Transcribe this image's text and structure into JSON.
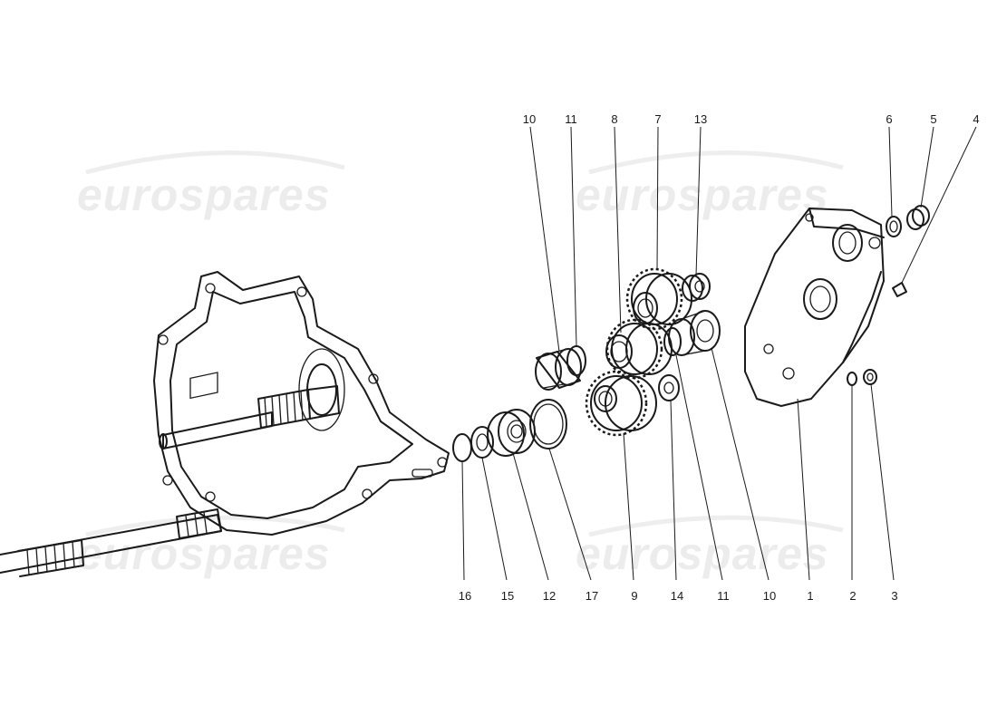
{
  "watermark": {
    "text": "eurospares"
  },
  "callouts": {
    "c10a": "10",
    "c11a": "11",
    "c8": "8",
    "c7": "7",
    "c13": "13",
    "c6": "6",
    "c5": "5",
    "c4": "4",
    "c16": "16",
    "c15": "15",
    "c12": "12",
    "c17": "17",
    "c9": "9",
    "c14": "14",
    "c11b": "11",
    "c10b": "10",
    "c1": "1",
    "c2": "2",
    "c3": "3"
  }
}
